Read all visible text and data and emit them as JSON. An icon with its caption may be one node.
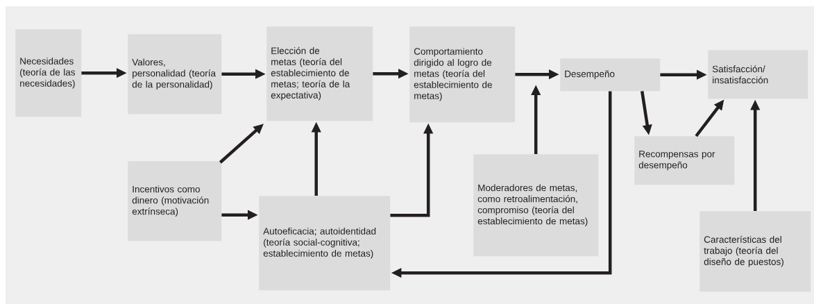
{
  "diagram": {
    "nodes": [
      {
        "text": [
          "Necesidades (teoría de las necesidades)"
        ]
      },
      {
        "text": [
          "Valores, personalidad (teoría de la personalidad)"
        ]
      },
      {
        "text": [
          "Elección de metas (teoría del establecimiento de metas; teoría de la expectativa)"
        ]
      },
      {
        "text": [
          "Comportamiento dirigido al logro de metas (teoría del establecimiento de metas)"
        ]
      },
      {
        "text": [
          "Desempeño"
        ]
      },
      {
        "text": [
          "Satisfacción/ insatisfacción"
        ]
      },
      {
        "text": [
          "Incentivos como dinero (motivación extrínseca)"
        ]
      },
      {
        "text": [
          "Autoeficacia; autoidentidad (teoría social-cognitiva; establecimiento de metas)"
        ]
      },
      {
        "text": [
          "Moderadores de metas, como retroalimentación, compromiso (teoría del establecimiento de metas)"
        ]
      },
      {
        "text": [
          "Recompensas por desempeño"
        ]
      },
      {
        "text": [
          "Características del trabajo (teoría del diseño de puestos)"
        ]
      }
    ],
    "edges": [
      {
        "from": 0,
        "to": 1,
        "arrow": "to"
      },
      {
        "from": 1,
        "to": 2,
        "arrow": "to"
      },
      {
        "from": 2,
        "to": 3,
        "arrow": "to"
      },
      {
        "from": 3,
        "to": 4,
        "arrow": "to"
      },
      {
        "from": 4,
        "to": 5,
        "arrow": "to"
      },
      {
        "from": 6,
        "to": 2,
        "arrow": "to"
      },
      {
        "from": 6,
        "to": 7,
        "arrow": "to"
      },
      {
        "from": 7,
        "to": 2,
        "arrow": "to"
      },
      {
        "from": 7,
        "to": 3,
        "arrow": "to"
      },
      {
        "from": 8,
        "to": null,
        "arrow": "to"
      },
      {
        "from": 4,
        "to": 7,
        "arrow": "to"
      },
      {
        "from": 4,
        "to": 9,
        "arrow": "to"
      },
      {
        "from": 9,
        "to": 5,
        "arrow": "to"
      },
      {
        "from": 10,
        "to": 5,
        "arrow": "to"
      }
    ]
  }
}
